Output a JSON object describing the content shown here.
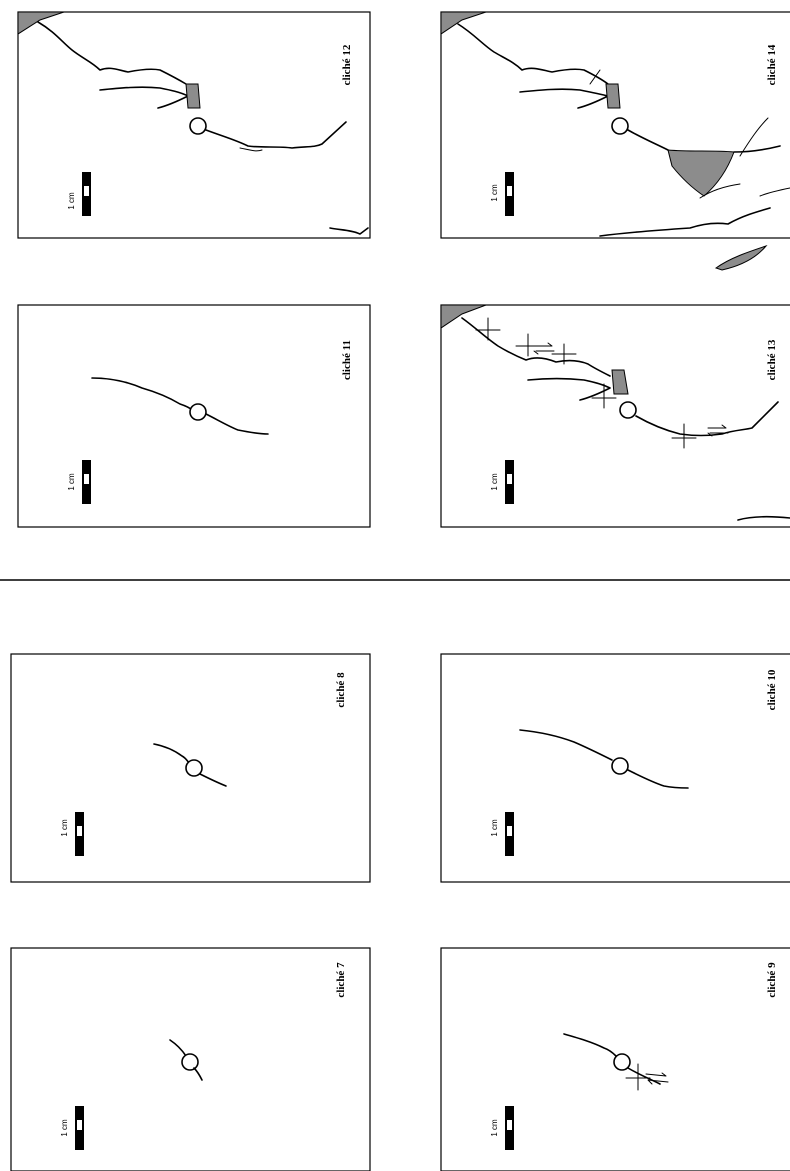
{
  "scale_label": "1 cm",
  "panels": [
    {
      "id": "p12",
      "label": "cliché 12"
    },
    {
      "id": "p11",
      "label": "cliché 11"
    },
    {
      "id": "p14",
      "label": "cliché 14"
    },
    {
      "id": "p13",
      "label": "cliché 13"
    },
    {
      "id": "p8",
      "label": "cliché 8"
    },
    {
      "id": "p7",
      "label": "cliché 7"
    },
    {
      "id": "p10",
      "label": "cliché 10"
    },
    {
      "id": "p9",
      "label": "cliché 9"
    }
  ]
}
